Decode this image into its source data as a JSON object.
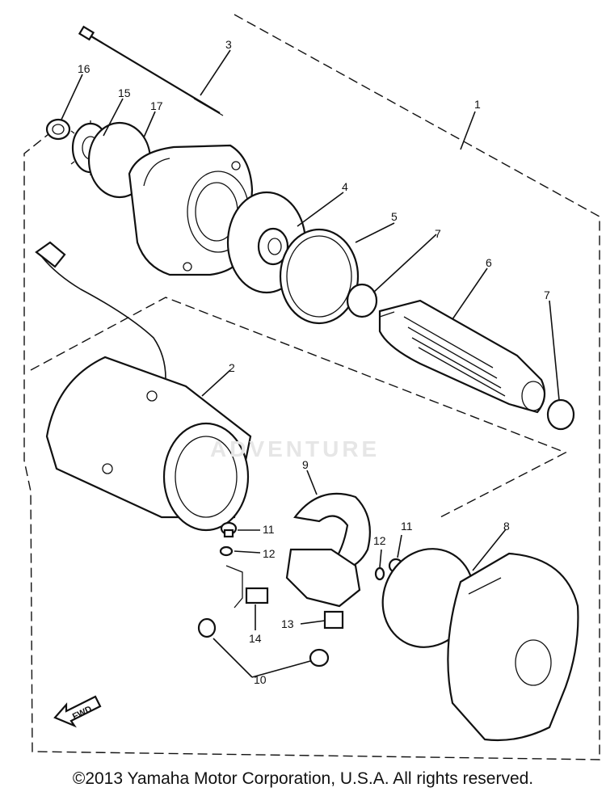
{
  "labels": {
    "l1": "1",
    "l2": "2",
    "l3": "3",
    "l4": "4",
    "l5": "5",
    "l6": "6",
    "l7a": "7",
    "l7b": "7",
    "l8": "8",
    "l9": "9",
    "l10": "10",
    "l11a": "11",
    "l11b": "11",
    "l12a": "12",
    "l12b": "12",
    "l13": "13",
    "l14": "14",
    "l15": "15",
    "l16": "16",
    "l17": "17"
  },
  "fwd_arrow": "FWD",
  "watermark": "ADVENTURE",
  "copyright": "©2013 Yamaha Motor Corporation, U.S.A. All rights reserved."
}
